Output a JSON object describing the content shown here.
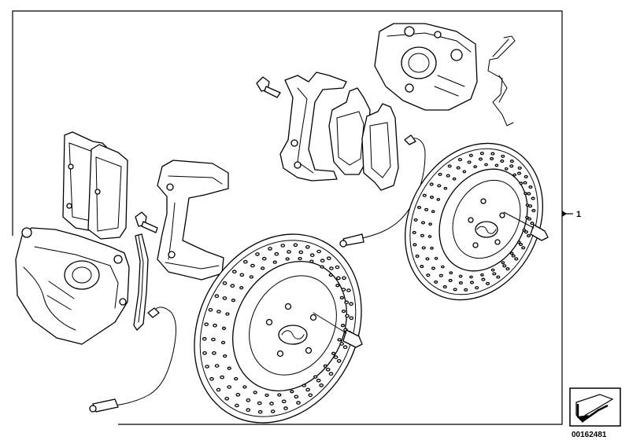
{
  "callouts": [
    {
      "id": "1",
      "text": "1"
    }
  ],
  "document_number": "00162481",
  "icons": {
    "nav_arrow": "return-arrow-icon"
  },
  "colors": {
    "line": "#000000",
    "background": "#ffffff"
  }
}
